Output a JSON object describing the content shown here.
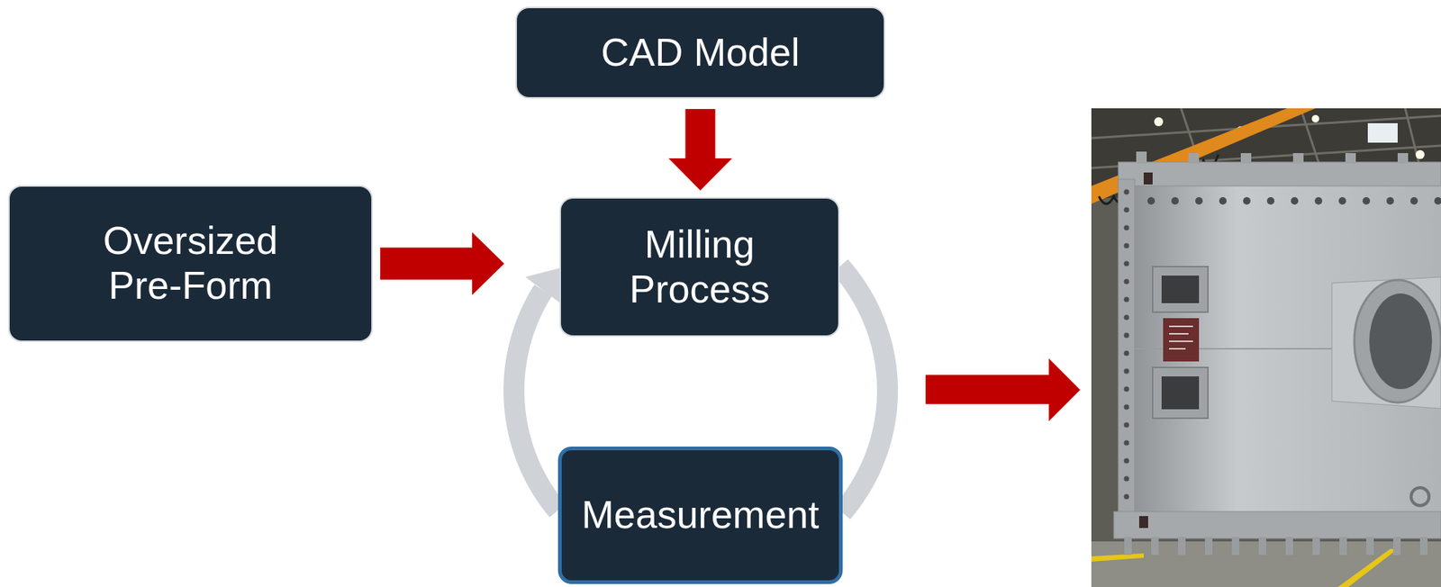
{
  "diagram": {
    "nodes": [
      {
        "text": [
          "CAD Model"
        ]
      },
      {
        "text": [
          "Oversized Pre-Form"
        ]
      },
      {
        "text": [
          "Milling Process"
        ]
      },
      {
        "text": [
          "Measurement"
        ]
      }
    ],
    "edges": [
      {
        "from": 1,
        "to": 2,
        "arrow": "to"
      },
      {
        "from": 0,
        "to": 2,
        "arrow": "to"
      },
      {
        "from": 2,
        "to": 3,
        "arrow": "none"
      },
      {
        "from": 3,
        "to": 2,
        "arrow": "to"
      }
    ]
  }
}
